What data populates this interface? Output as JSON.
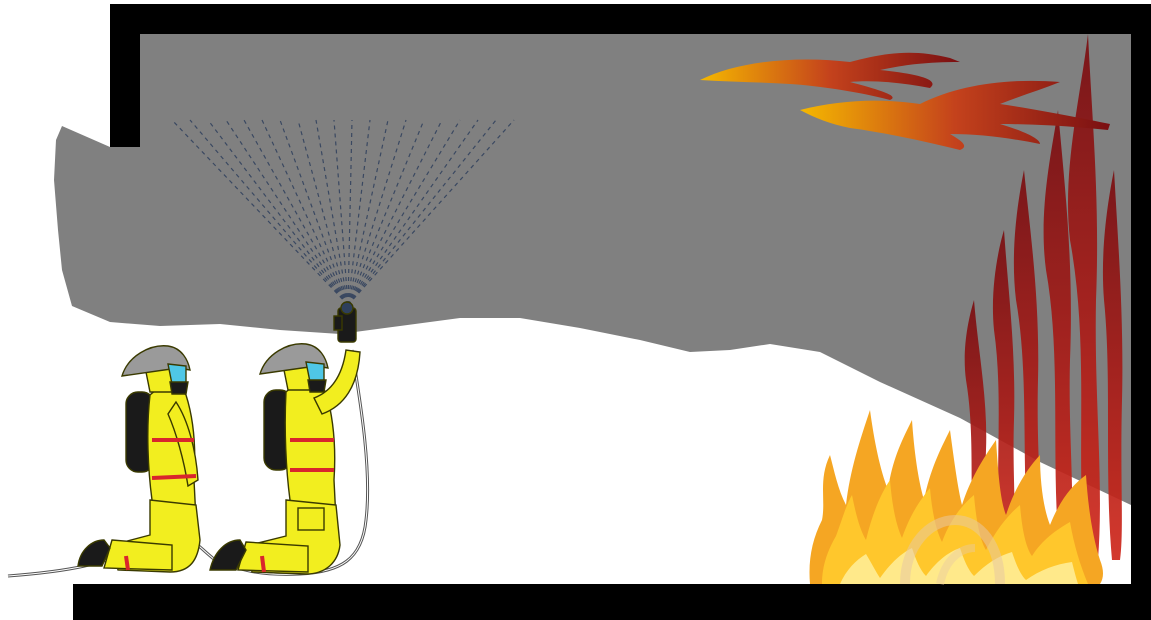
{
  "scene": {
    "colors": {
      "background": "#ffffff",
      "walls": "#000000",
      "smoke": "#808080",
      "spray": "#2e3f5c",
      "suit": "#f2ee1f",
      "suit_outline": "#3a3a00",
      "reflective_band": "#d9262c",
      "helmet": "#9a9a9a",
      "mask_lens": "#4fc7e6",
      "air_tank": "#1a1a1a",
      "hose": "#555555",
      "flame_outer": "#f5a623",
      "flame_mid": "#ffc72c",
      "flame_inner": "#ffe98a",
      "flame_dark": "#a8141b"
    },
    "elements": {
      "room": "room-walls",
      "smoke_layer": "smoke-layer",
      "spray_pattern": "water-fog-spray",
      "firefighters": [
        "firefighter-rear",
        "firefighter-nozzle"
      ],
      "fire": [
        "fire-floor",
        "flames-wall",
        "rollover-flames"
      ]
    }
  }
}
